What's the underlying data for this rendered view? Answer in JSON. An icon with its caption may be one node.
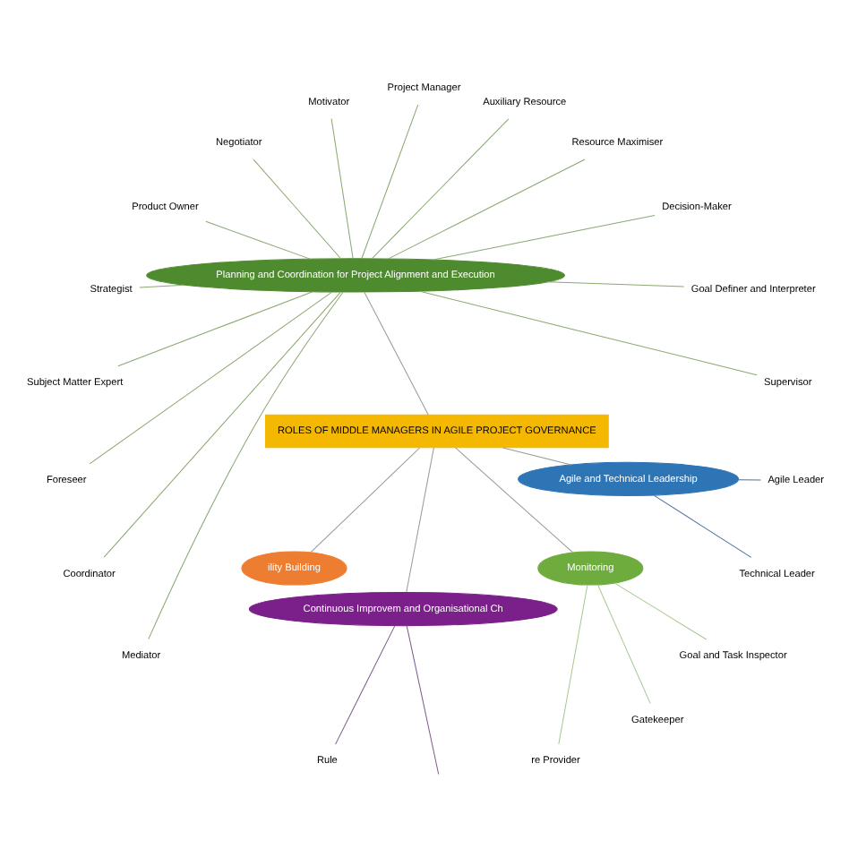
{
  "diagram": {
    "nodes": [
      {
        "text": [
          "ROLES OF MIDDLE MANAGERS IN AGILE PROJECT GOVERNANCE"
        ]
      },
      {
        "text": [
          "Planning and Coordination for Project Alignment and Execution"
        ]
      },
      {
        "text": [
          "ility Building"
        ]
      },
      {
        "text": [
          "Continuous Improvem and Organisational Ch"
        ]
      },
      {
        "text": [
          "Monitoring"
        ]
      },
      {
        "text": [
          "Agile and Technical Leadership"
        ]
      },
      {
        "text": [
          "Supervisor"
        ]
      },
      {
        "text": [
          "Goal Definer and Interpreter"
        ]
      },
      {
        "text": [
          "Decision-Maker"
        ]
      },
      {
        "text": [
          "Resource Maximiser"
        ]
      },
      {
        "text": [
          "Auxiliary Resource"
        ]
      },
      {
        "text": [
          "Project Manager"
        ]
      },
      {
        "text": [
          "Motivator"
        ]
      },
      {
        "text": [
          "Negotiator"
        ]
      },
      {
        "text": [
          "Product Owner"
        ]
      },
      {
        "text": [
          "Strategist"
        ]
      },
      {
        "text": [
          "Subject Matter Expert"
        ]
      },
      {
        "text": [
          "Foreseer"
        ]
      },
      {
        "text": [
          "Coordinator"
        ]
      },
      {
        "text": [
          "Mediator"
        ]
      },
      {
        "text": [
          "Rule"
        ]
      },
      {
        "text": [
          "re Provider"
        ]
      },
      {
        "text": [
          "Gatekeeper"
        ]
      },
      {
        "text": [
          "Goal and Task Inspector"
        ]
      },
      {
        "text": [
          "Technical Leader"
        ]
      },
      {
        "text": [
          "Agile Leader"
        ]
      }
    ],
    "edges": [
      {
        "from": 0,
        "to": 1,
        "arrow": "none"
      },
      {
        "from": 0,
        "to": 2,
        "arrow": "none"
      },
      {
        "from": 0,
        "to": 3,
        "arrow": "none"
      },
      {
        "from": 0,
        "to": 4,
        "arrow": "none"
      },
      {
        "from": 0,
        "to": 5,
        "arrow": "none"
      },
      {
        "from": 1,
        "to": 6,
        "arrow": "none"
      },
      {
        "from": 1,
        "to": 7,
        "arrow": "none"
      },
      {
        "from": 1,
        "to": 8,
        "arrow": "none"
      },
      {
        "from": 1,
        "to": 9,
        "arrow": "none"
      },
      {
        "from": 1,
        "to": 10,
        "arrow": "none"
      },
      {
        "from": 1,
        "to": 11,
        "arrow": "none"
      },
      {
        "from": 1,
        "to": 12,
        "arrow": "none"
      },
      {
        "from": 1,
        "to": 13,
        "arrow": "none"
      },
      {
        "from": 1,
        "to": 14,
        "arrow": "none"
      },
      {
        "from": 1,
        "to": 15,
        "arrow": "none"
      },
      {
        "from": 1,
        "to": 16,
        "arrow": "none"
      },
      {
        "from": 1,
        "to": 17,
        "arrow": "none"
      },
      {
        "from": 1,
        "to": 18,
        "arrow": "none"
      },
      {
        "from": 1,
        "to": 19,
        "arrow": "none"
      },
      {
        "from": 3,
        "to": 20,
        "arrow": "none"
      },
      {
        "from": 3,
        "to": null,
        "arrow": "none"
      },
      {
        "from": 4,
        "to": 21,
        "arrow": "none"
      },
      {
        "from": 4,
        "to": 22,
        "arrow": "none"
      },
      {
        "from": 4,
        "to": 23,
        "arrow": "none"
      },
      {
        "from": 5,
        "to": 24,
        "arrow": "none"
      },
      {
        "from": 5,
        "to": 25,
        "arrow": "none"
      }
    ]
  }
}
